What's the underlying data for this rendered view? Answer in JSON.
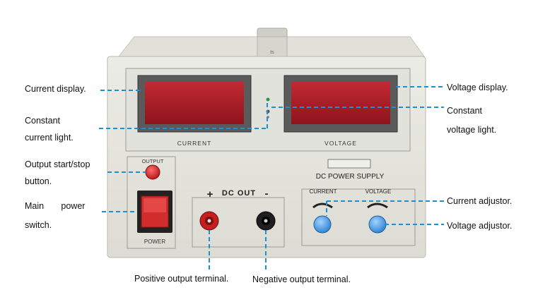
{
  "device": {
    "top_tab_text": "ts",
    "displays": {
      "current_label": "CURRENT",
      "voltage_label": "VOLTAGE"
    },
    "output_button_label": "OUTPUT",
    "power_switch_label": "POWER",
    "dc_out_label": "DC OUT",
    "plus_sign": "+",
    "minus_sign": "-",
    "nameplate": "DC POWER SUPPLY",
    "knob_labels": {
      "current": "CURRENT",
      "voltage": "VOLTAGE"
    }
  },
  "callouts": {
    "current_display": "Current display.",
    "constant_current_light_1": "Constant",
    "constant_current_light_2": "current light.",
    "output_button_1": "Output  start/stop",
    "output_button_2": "button.",
    "main_power_1": "Main       power",
    "main_power_2": "switch.",
    "voltage_display": "Voltage display.",
    "constant_voltage_light_1": "Constant",
    "constant_voltage_light_2": "voltage light.",
    "current_adjustor": "Current adjustor.",
    "voltage_adjustor": "Voltage adjustor.",
    "positive_terminal": "Positive output terminal.",
    "negative_terminal": "Negative output terminal."
  },
  "colors": {
    "leader_line": "#1e8fd0",
    "chassis": "#e6e6df",
    "display_red": "#b2202a",
    "switch_red": "#cf2a2a",
    "knob_blue": "#3a8fd8"
  }
}
